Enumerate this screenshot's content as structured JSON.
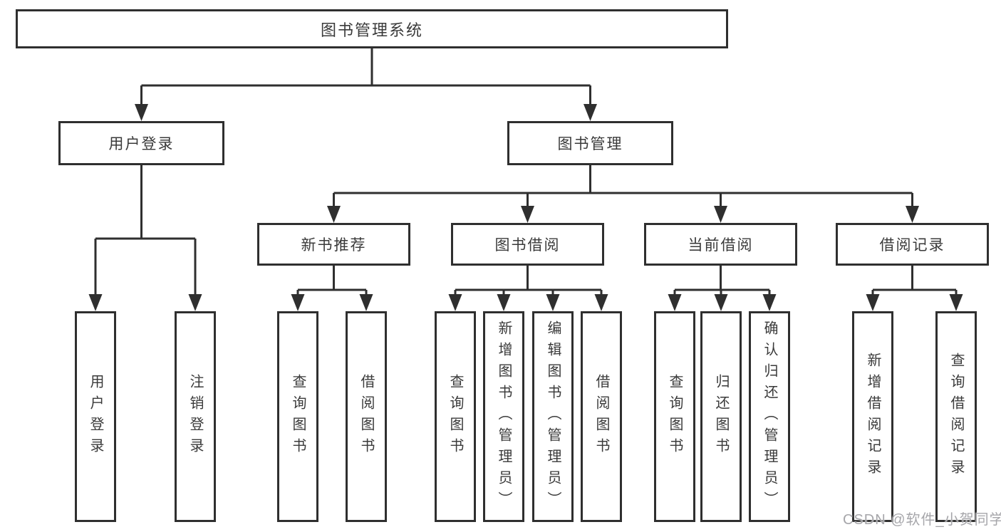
{
  "diagram": {
    "root": {
      "label": "图书管理系统"
    },
    "level2": [
      {
        "label": "用户登录"
      },
      {
        "label": "图书管理"
      }
    ],
    "level3": [
      {
        "label": "新书推荐"
      },
      {
        "label": "图书借阅"
      },
      {
        "label": "当前借阅"
      },
      {
        "label": "借阅记录"
      }
    ],
    "leaves": {
      "user_login": [
        "用户登录",
        "注销登录"
      ],
      "new_book_recommend": [
        "查询图书",
        "借阅图书"
      ],
      "book_borrow": [
        "查询图书",
        "新增图书（管理员）",
        "编辑图书（管理员）",
        "借阅图书"
      ],
      "current_borrow": [
        "查询图书",
        "归还图书",
        "确认归还（管理员）"
      ],
      "borrow_records": [
        "新增借阅记录",
        "查询借阅记录"
      ]
    }
  },
  "watermark": {
    "text": "CSDN @软件_小贺同学"
  },
  "colors": {
    "line": "#2f2f2f",
    "box_border": "#2f2f2f",
    "text": "#3a3a3a",
    "background": "#ffffff",
    "watermark": "#a6a6aa"
  }
}
